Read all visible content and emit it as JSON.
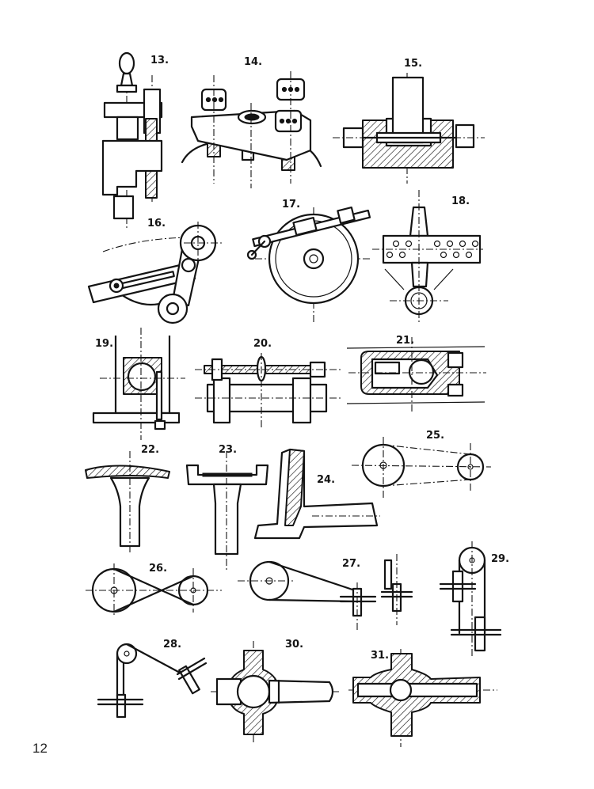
{
  "page": {
    "number": "12"
  },
  "figures": [
    {
      "id": "fig-13",
      "label": "13."
    },
    {
      "id": "fig-14",
      "label": "14."
    },
    {
      "id": "fig-15",
      "label": "15."
    },
    {
      "id": "fig-16",
      "label": "16."
    },
    {
      "id": "fig-17",
      "label": "17."
    },
    {
      "id": "fig-18",
      "label": "18."
    },
    {
      "id": "fig-19",
      "label": "19."
    },
    {
      "id": "fig-20",
      "label": "20."
    },
    {
      "id": "fig-21",
      "label": "21."
    },
    {
      "id": "fig-22",
      "label": "22."
    },
    {
      "id": "fig-23",
      "label": "23."
    },
    {
      "id": "fig-24",
      "label": "24."
    },
    {
      "id": "fig-25",
      "label": "25."
    },
    {
      "id": "fig-26",
      "label": "26."
    },
    {
      "id": "fig-27",
      "label": "27."
    },
    {
      "id": "fig-28",
      "label": "28."
    },
    {
      "id": "fig-29",
      "label": "29."
    },
    {
      "id": "fig-30",
      "label": "30."
    },
    {
      "id": "fig-31",
      "label": "31."
    }
  ],
  "colors": {
    "ink": "#141414",
    "paper": "#ffffff"
  }
}
